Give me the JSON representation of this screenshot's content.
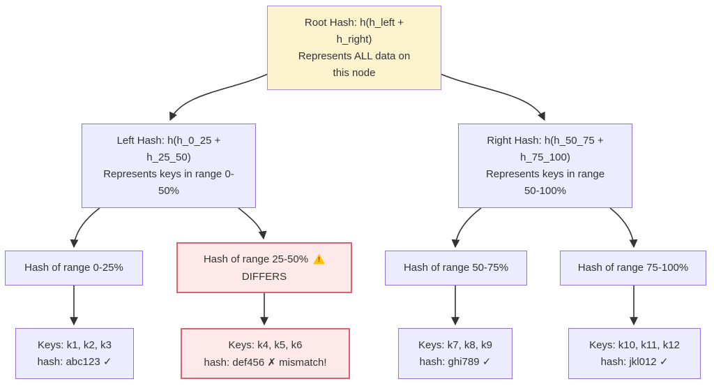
{
  "colors": {
    "node-fill": "#ECECFF",
    "node-stroke": "#9370DB",
    "root-fill": "#FCF3CF",
    "root-stroke": "#A98BD6",
    "error-fill": "#FDE9E9",
    "error-stroke": "#E0616E",
    "edge": "#333333",
    "text": "#333333",
    "warning": "#FFC107"
  },
  "nodes": {
    "root": {
      "lines": [
        "Root Hash: h(h_left +",
        "h_right)",
        "Represents ALL data on",
        "this node"
      ]
    },
    "left": {
      "lines": [
        "Left Hash: h(h_0_25 +",
        "h_25_50)",
        "Represents keys in range 0-",
        "50%"
      ]
    },
    "right": {
      "lines": [
        "Right Hash: h(h_50_75 +",
        "h_75_100)",
        "Represents keys in range",
        "50-100%"
      ]
    },
    "range_0_25": {
      "label": "Hash of range 0-25%"
    },
    "range_25_50": {
      "label": "Hash of range 25-50%",
      "icon": "warning-icon",
      "label2": "DIFFERS"
    },
    "range_50_75": {
      "label": "Hash of range 50-75%"
    },
    "range_75_100": {
      "label": "Hash of range 75-100%"
    },
    "keys_1": {
      "lines": [
        "Keys: k1, k2, k3",
        "hash: abc123 ✓"
      ]
    },
    "keys_2": {
      "lines": [
        "Keys: k4, k5, k6",
        "hash: def456 ✗ mismatch!"
      ]
    },
    "keys_3": {
      "lines": [
        "Keys: k7, k8, k9",
        "hash: ghi789 ✓"
      ]
    },
    "keys_4": {
      "lines": [
        "Keys: k10, k11, k12",
        "hash: jkl012 ✓"
      ]
    }
  }
}
